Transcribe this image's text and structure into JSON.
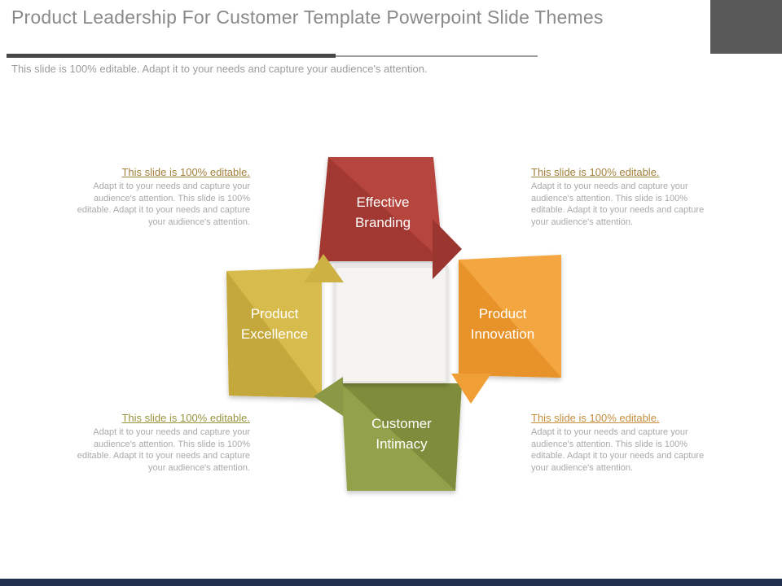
{
  "slide": {
    "title": "Product Leadership For Customer Template Powerpoint Slide Themes",
    "subtitle": "This slide is 100% editable. Adapt it to your needs and capture your audience's attention."
  },
  "diagram": {
    "segments": [
      {
        "id": "effective-branding",
        "label": "Effective Branding",
        "color": "#b5443d",
        "shade": "#a23830",
        "arrow": "#9b352f"
      },
      {
        "id": "product-innovation",
        "label": "Product Innovation",
        "color": "#f4a640",
        "shade": "#e8932c",
        "arrow": "#f09f37"
      },
      {
        "id": "customer-intimacy",
        "label": "Customer Intimacy",
        "color": "#94a14b",
        "shade": "#7f8c3b",
        "arrow": "#8b9845"
      },
      {
        "id": "product-excellence",
        "label": "Product Excellence",
        "color": "#d8bb4d",
        "shade": "#c5a83a",
        "arrow": "#cdb243"
      }
    ],
    "center_color": "#f4f3f1",
    "center_border": "#dcd9d5",
    "center_shadow": "#e8e6e2"
  },
  "callouts": {
    "top_left": {
      "heading": "This slide is 100% editable.",
      "body": "Adapt it to your needs and capture your audience's attention. This slide is 100% editable. Adapt it to your needs and capture your audience's attention.",
      "heading_color": "#a3813c"
    },
    "top_right": {
      "heading": "This slide is 100% editable.",
      "body": "Adapt it to your needs and capture your audience's attention. This slide is 100% editable. Adapt it to your needs and capture your audience's attention.",
      "heading_color": "#a3813c"
    },
    "bottom_left": {
      "heading": "This slide is 100% editable.",
      "body": "Adapt it to your needs and capture your audience's attention. This slide is 100% editable. Adapt it to your needs and capture your audience's attention.",
      "heading_color": "#98943e"
    },
    "bottom_right": {
      "heading": "This slide is 100% editable.",
      "body": "Adapt it to your needs and capture your audience's attention. This slide is 100% editable. Adapt it to your needs and capture your audience's attention.",
      "heading_color": "#c68e3e"
    }
  },
  "colors": {
    "title": "#8a8a8a",
    "subtitle": "#9b9b9b",
    "callout_body": "#a9a9a9",
    "accent_block": "#595959",
    "rule_dark": "#474747",
    "rule_light": "#a0a0a0",
    "footer_bar": "#22304f"
  }
}
